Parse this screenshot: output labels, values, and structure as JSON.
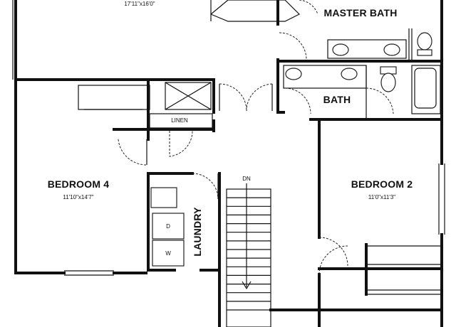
{
  "rooms": {
    "top_left_dimension": "17'11\"x16'0\"",
    "master_bath": "MASTER BATH",
    "bath": "BATH",
    "linen": "LINEN",
    "bedroom4_name": "BEDROOM 4",
    "bedroom4_dimension": "11'10\"x14'7\"",
    "bedroom2_name": "BEDROOM 2",
    "bedroom2_dimension": "11'0\"x11'3\"",
    "laundry": "LAUNDRY",
    "stairs_label": "DN"
  },
  "appliances": {
    "washer": "W",
    "dryer": "D"
  }
}
